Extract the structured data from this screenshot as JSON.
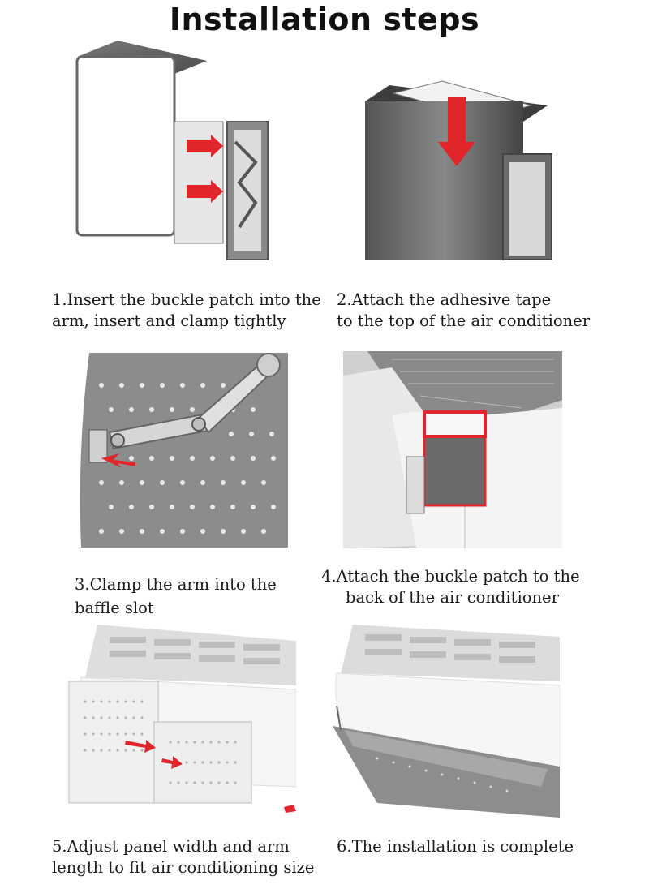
{
  "title": "Installation steps",
  "steps": [
    {
      "line1": "1.Insert the buckle patch into the",
      "line2": "arm, insert and clamp tightly"
    },
    {
      "line1": "2.Attach the adhesive tape",
      "line2": "to the top of the air conditioner"
    },
    {
      "line1": "3.Clamp the arm into the",
      "line2": "baffle slot"
    },
    {
      "line1": "4.Attach the buckle patch to the",
      "line2": "back of the air conditioner"
    },
    {
      "line1": "5.Adjust panel width and arm",
      "line2": "length to fit air conditioning size"
    },
    {
      "line1": "6.The installation is complete",
      "line2": ""
    }
  ],
  "colors": {
    "arrow": "#e0262a",
    "panel_gray": "#9a9a9a",
    "dark_gray": "#5a5a5a"
  }
}
